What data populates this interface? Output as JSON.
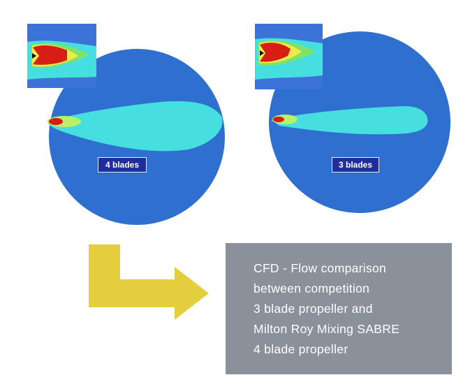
{
  "panels": [
    {
      "label": "4 blades",
      "color_scale": [
        "#2f6fd0",
        "#45dfe0",
        "#f2e94a",
        "#d61e14"
      ]
    },
    {
      "label": "3 blades",
      "color_scale": [
        "#2f6fd0",
        "#45dfe0",
        "#f2e94a",
        "#d61e14"
      ]
    }
  ],
  "arrow": {
    "color": "#e3cf3e",
    "icon": "bent-arrow-right-icon"
  },
  "caption": {
    "lines": [
      "CFD - Flow comparison",
      "between competition",
      "3 blade propeller and",
      "Milton Roy Mixing SABRE",
      "4 blade propeller"
    ],
    "background": "#8a919a"
  }
}
